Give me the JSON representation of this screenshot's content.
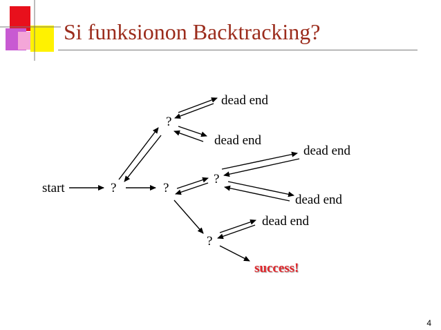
{
  "title": "Si funksionon Backtracking?",
  "page_number": "4",
  "colors": {
    "title": "#9b2c1c",
    "success": "#e1262b",
    "logo_red": "#e8101c",
    "logo_yellow": "#fff200",
    "logo_magenta": "#c85ad2",
    "logo_pink": "#f4a6d8",
    "logo_line": "#7a7a7a"
  },
  "diagram": {
    "nodes": {
      "start": "start",
      "q1": "?",
      "q2": "?",
      "q_top": "?",
      "q_mid": "?",
      "q_bottom": "?",
      "dead_end_1": "dead end",
      "dead_end_2": "dead end",
      "dead_end_3": "dead end",
      "dead_end_4": "dead end",
      "dead_end_5": "dead end",
      "success": "success!"
    }
  }
}
